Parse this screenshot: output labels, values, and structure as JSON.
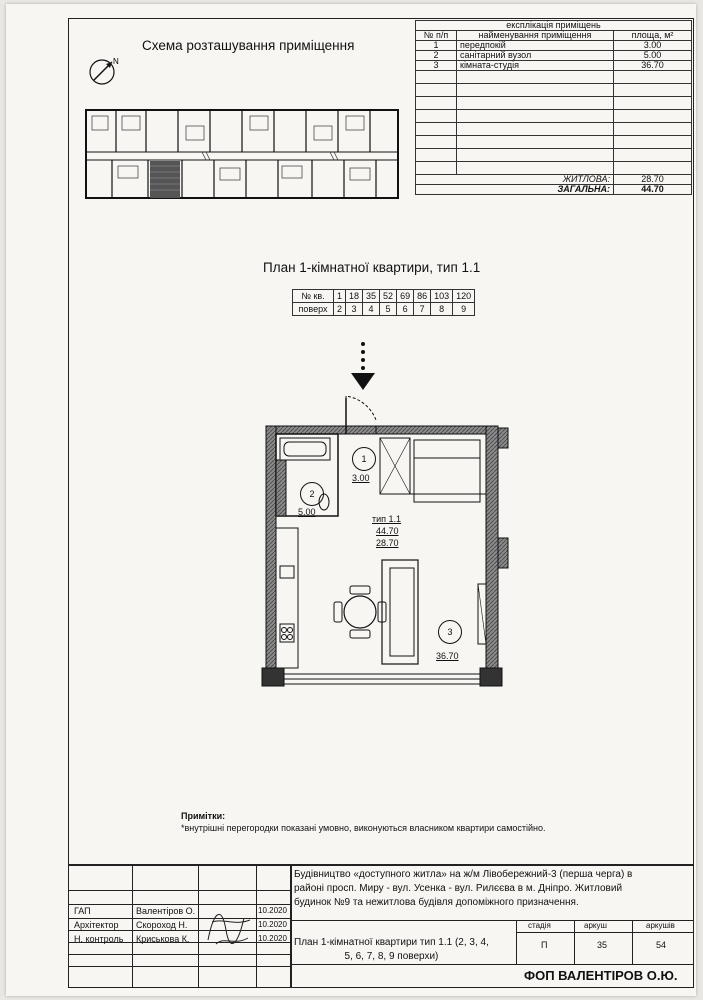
{
  "location_scheme": {
    "title": "Схема розташування приміщення"
  },
  "explication": {
    "title": "експлікація приміщень",
    "headers": [
      "№ п/п",
      "найменування приміщення",
      "площа, м²"
    ],
    "rows": [
      {
        "num": "1",
        "name": "передпокій",
        "area": "3.00"
      },
      {
        "num": "2",
        "name": "санітарний вузол",
        "area": "5.00"
      },
      {
        "num": "3",
        "name": "кімната-студія",
        "area": "36.70"
      }
    ],
    "living_label": "ЖИТЛОВА:",
    "living_value": "28.70",
    "total_label": "ЗАГАЛЬНА:",
    "total_value": "44.70"
  },
  "plan": {
    "title": "План 1-кімнатної квартири, тип 1.1",
    "apt_label": "№ кв.",
    "apartments": [
      "1",
      "18",
      "35",
      "52",
      "69",
      "86",
      "103",
      "120"
    ],
    "floor_label": "поверх",
    "floors": [
      "2",
      "3",
      "4",
      "5",
      "6",
      "7",
      "8",
      "9"
    ],
    "room1_num": "1",
    "room1_area": "3.00",
    "room2_num": "2",
    "room2_area": "5.00",
    "room3_num": "3",
    "room3_area": "36.70",
    "type_label": "тип 1.1",
    "type_total": "44.70",
    "type_living": "28.70"
  },
  "notes": {
    "title": "Примітки:",
    "text": "*внутрішні перегородки показані умовно, виконуються власником квартири самостійно."
  },
  "stamp": {
    "project": "Будівництво «доступного житла» на ж/м Лівобережний-3 (перша черга) в районі просп. Миру - вул. Усенка - вул. Рилєєва в м. Дніпро. Житловий будинок №9 та нежитлова будівля допоміжного призначення.",
    "project_lines": [
      "Будівництво «доступного житла» на ж/м Лівобережний-3 (перша черга) в",
      "районі просп. Миру - вул. Усенка - вул. Рилєєва в м. Дніпро. Житловий",
      "будинок №9 та нежитлова будівля допоміжного призначення."
    ],
    "roles": [
      {
        "role": "ГАП",
        "name": "Валентіров О.",
        "date": "10.2020"
      },
      {
        "role": "Архітектор",
        "name": "Скороход Н.",
        "date": "10.2020"
      },
      {
        "role": "Н. контроль",
        "name": "Криськова К.",
        "date": "10.2020"
      }
    ],
    "sheet_title_lines": [
      "План 1-кімнатної квартири тип 1.1 (2, 3, 4,",
      "5, 6, 7, 8, 9 поверхи)"
    ],
    "stage_label": "стадія",
    "sheet_label": "аркуш",
    "sheets_label": "аркушів",
    "stage": "П",
    "sheet": "35",
    "sheets": "54",
    "company": "ФОП ВАЛЕНТІРОВ О.Ю."
  },
  "colors": {
    "ink": "#111111",
    "paper": "#f7f6f3",
    "hatch": "#555555"
  }
}
